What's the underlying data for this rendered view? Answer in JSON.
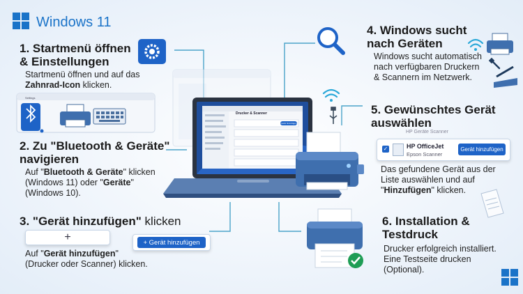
{
  "logo": {
    "text": "Windows 11"
  },
  "steps": [
    {
      "title": "1. Startmenü öffnen\n& Einstellungen",
      "text_before": "Startmenü öffnen und auf das ",
      "text_bold": "Zahnrad-Icon",
      "text_after": " klicken."
    },
    {
      "title": "2. Zu \"Bluetooth & Geräte\"\nnavigieren",
      "t1": "Auf \"",
      "b1": "Bluetooth & Geräte",
      "t2": "\" klicken\n(Windows 11) oder \"",
      "b2": "Geräte",
      "t3": "\"\n(Windows 10)."
    },
    {
      "title_bold": "3. \"Gerät hinzufügen\"",
      "title_rest": " klicken",
      "t1": "Auf \"",
      "b1": "Gerät hinzufügen",
      "t2": "\"\n(Drucker oder Scanner) klicken."
    },
    {
      "title": "4. Windows sucht\nnach Geräten",
      "text": "Windows sucht automatisch\nnach verfügbaren Druckern\n& Scannern im Netzwerk."
    },
    {
      "title": "5. Gewünschtes Gerät\nauswählen",
      "t1": "Das gefundene Gerät aus der\nListe auswählen und auf\n\"",
      "b1": "Hinzufügen",
      "t2": "\" klicken."
    },
    {
      "title": "6. Installation &\nTestdruck",
      "text": "Drucker erfolgreich installiert.\nEine Testseite drucken\n(Optional)."
    }
  ],
  "mini_settings": {
    "window_title": "Settings"
  },
  "add_device_button": {
    "label": "+ Gerät hinzufügen",
    "plus": "+"
  },
  "laptop_screen": {
    "header": "Drucker & Scanner",
    "button": "Gerät hinzufügen"
  },
  "device_list": {
    "faded_item": "HP Geräte Scanner",
    "item_name": "HP OfficeJet",
    "item_sub": "Epson Scanner",
    "add_button": "Gerät hinzufügen"
  },
  "colors": {
    "accent": "#1e63c7",
    "connector": "#4aa3c9",
    "logo": "#1a73c8",
    "success": "#1f9d55"
  }
}
